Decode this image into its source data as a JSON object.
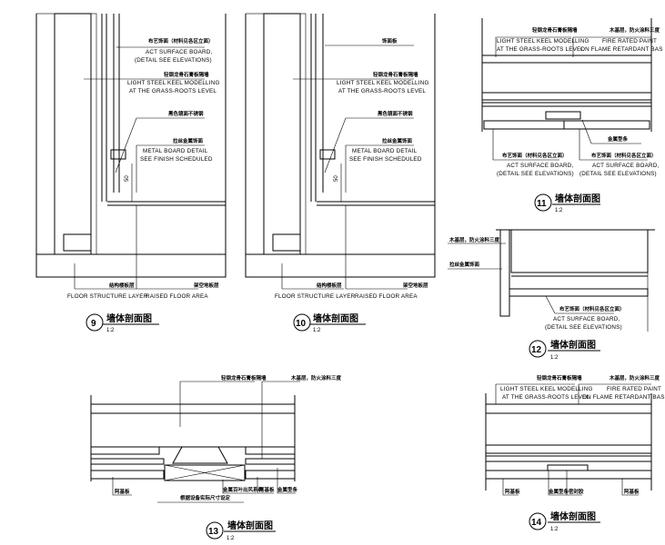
{
  "labels": {
    "act_cn": "布艺饰面（材料见各区立面）",
    "act_en1": "ACT SURFACE BOARD,",
    "act_en2": "(DETAIL SEE ELEVATIONS)",
    "keel_cn": "轻钢龙骨石膏板隔墙",
    "keel_en1": "LIGHT STEEL KEEL MODELLING",
    "keel_en2": "AT THE GRASS-ROOTS LEVEL",
    "mirror_cn": "黑色镜面不锈钢",
    "metal_cn": "拉丝金属饰面",
    "metal_en1": "METAL BOARD DETAIL",
    "metal_en2": "SEE FINISH SCHEDULED",
    "floor_cn": "结构楼板层",
    "floor_en": "FLOOR STRUCTURE LAYER",
    "raised_cn": "架空地板层",
    "raised_en": "RAISED FLOOR AREA",
    "fire_cn": "木基层，防火涂料三度",
    "fire_en1": "FIRE RATED PAINT",
    "fire_en2": "ON FLAME RETARDANT BAS",
    "metal_strip_cn": "金属型条",
    "panel10_top_cn": "饰面板",
    "board_cn": "阿基板",
    "vent_cn": "金属百叶出风系统",
    "size_cn": "根据设备实际尺寸设定",
    "seal_cn": "密封胶",
    "dim_50": "50"
  },
  "sections": [
    {
      "number": "9",
      "title": "墙体剖面图",
      "scale": "1:2"
    },
    {
      "number": "10",
      "title": "墙体剖面图",
      "scale": "1:2"
    },
    {
      "number": "11",
      "title": "墙体剖面图",
      "scale": "1:2"
    },
    {
      "number": "12",
      "title": "墙体剖面图",
      "scale": "1:2"
    },
    {
      "number": "13",
      "title": "墙体剖面图",
      "scale": "1:2"
    },
    {
      "number": "14",
      "title": "墙体剖面图",
      "scale": "1:2"
    }
  ]
}
